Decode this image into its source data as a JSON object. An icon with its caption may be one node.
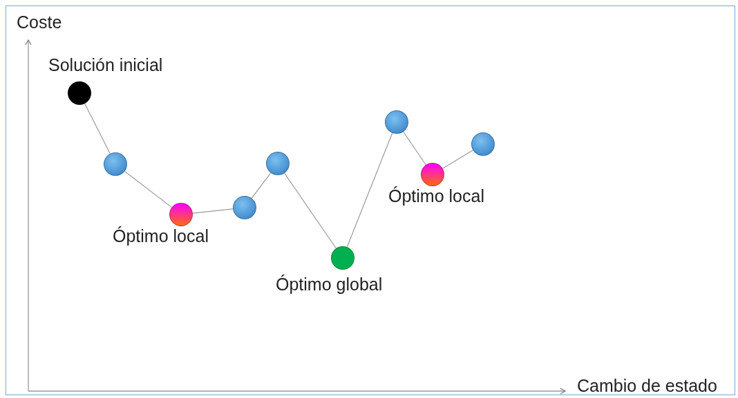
{
  "diagram": {
    "nodes": [
      {
        "text": [],
        "shape": "circle",
        "beside": [
          "Solución inicial"
        ]
      },
      {
        "text": [],
        "shape": "circle"
      },
      {
        "text": [],
        "shape": "circle",
        "beside": [
          "Óptimo local"
        ]
      },
      {
        "text": [],
        "shape": "circle"
      },
      {
        "text": [],
        "shape": "circle"
      },
      {
        "text": [],
        "shape": "circle",
        "beside": [
          "Óptimo global"
        ]
      },
      {
        "text": [],
        "shape": "circle"
      },
      {
        "text": [],
        "shape": "circle",
        "beside": [
          "Óptimo local"
        ]
      },
      {
        "text": [],
        "shape": "circle"
      }
    ],
    "edges": [
      {
        "from": 0,
        "to": 1,
        "arrow": "none"
      },
      {
        "from": 1,
        "to": 2,
        "arrow": "none"
      },
      {
        "from": 2,
        "to": 3,
        "arrow": "none"
      },
      {
        "from": 3,
        "to": 4,
        "arrow": "none"
      },
      {
        "from": 4,
        "to": 5,
        "arrow": "none"
      },
      {
        "from": 5,
        "to": 6,
        "arrow": "none"
      },
      {
        "from": 6,
        "to": 7,
        "arrow": "none"
      },
      {
        "from": 7,
        "to": 8,
        "arrow": "none"
      }
    ],
    "labels": [
      "Coste",
      "Cambio de estado"
    ]
  }
}
